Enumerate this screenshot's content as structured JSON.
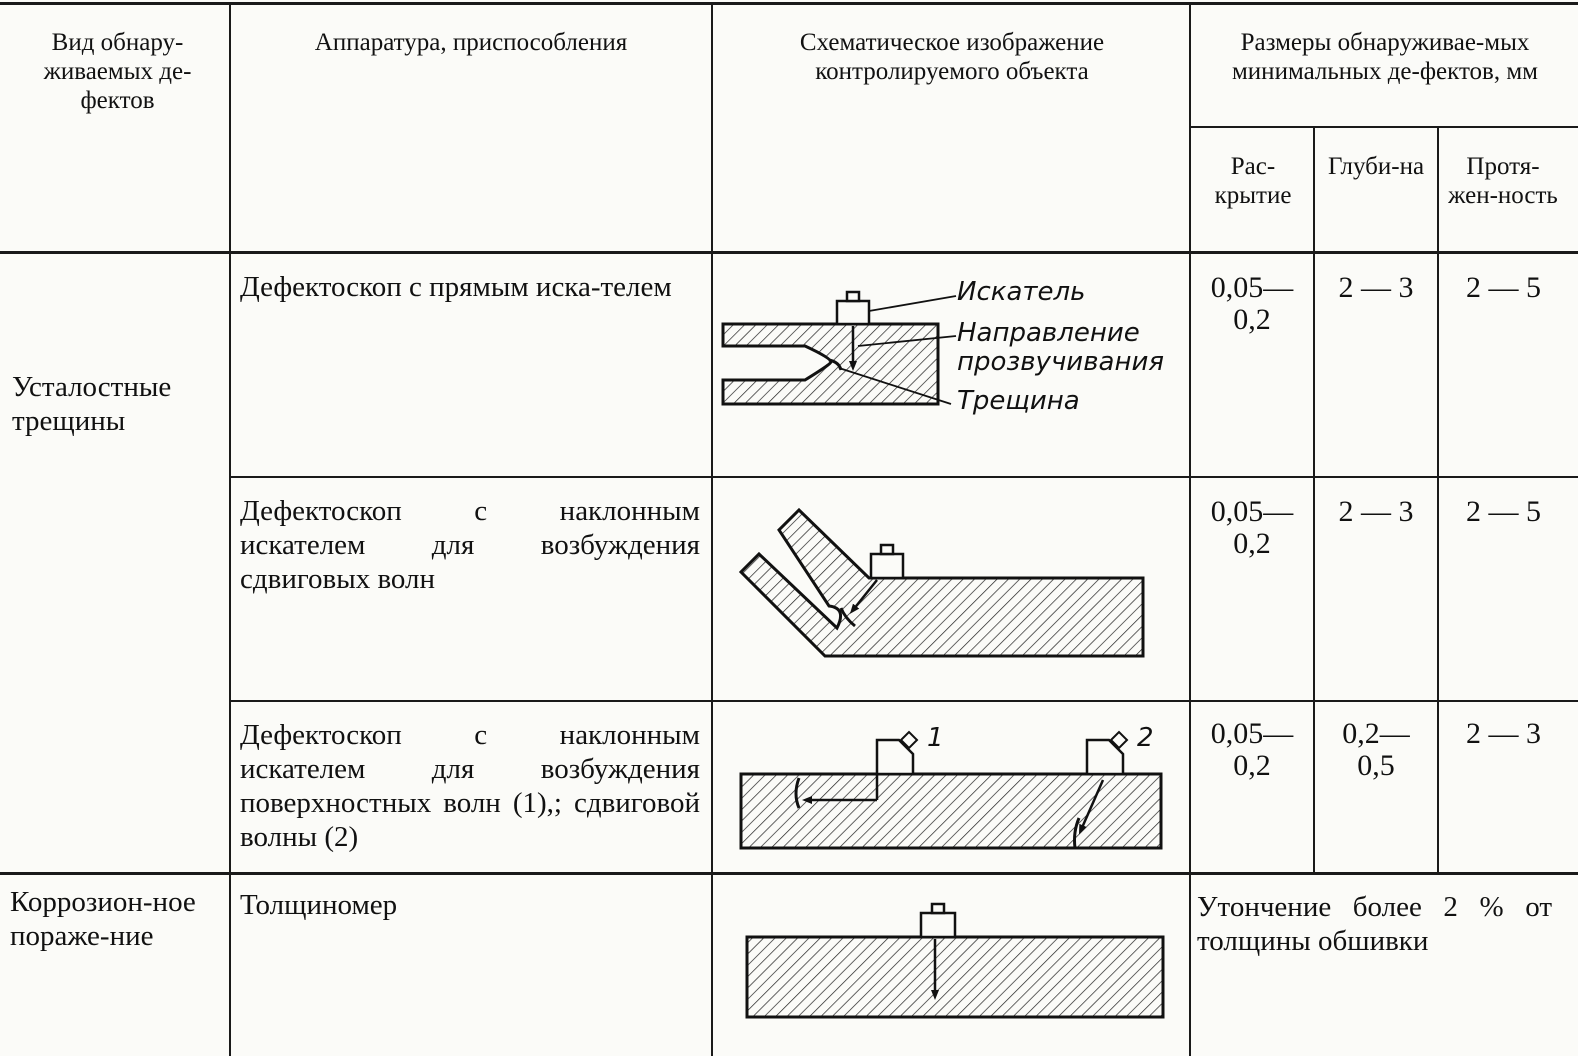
{
  "header": {
    "col1": "Вид обнару-живаемых де-фектов",
    "col2": "Аппаратура, приспособления",
    "col3": "Схематическое изображение контролируемого объекта",
    "col4": "Размеры обнаруживае-мых минимальных де-фектов, мм",
    "sub1": "Рас-крытие",
    "sub2": "Глуби-на",
    "sub3": "Протя-жен-ность"
  },
  "rows": [
    {
      "apparatus": "Дефектоскоп с прямым иска-телем",
      "opening": [
        "0,05—",
        "0,2"
      ],
      "depth": [
        "2 — 3"
      ],
      "length": "2 — 5"
    },
    {
      "apparatus": "Дефектоскоп с наклонным искателем для возбуждения сдвиговых волн",
      "opening": [
        "0,05—",
        "0,2"
      ],
      "depth": [
        "2 — 3"
      ],
      "length": "2 — 5"
    },
    {
      "apparatus": "Дефектоскоп с наклонным искателем для возбуждения поверхностных волн (1),; сдвиговой волны (2)",
      "opening": [
        "0,05—",
        "0,2"
      ],
      "depth": [
        "0,2—",
        "0,5"
      ],
      "length": "2 — 3"
    },
    {
      "apparatus": "Толщиномер"
    }
  ],
  "defects": {
    "fatigue": "Усталостные трещины",
    "corrosion": "Коррозион-ное пораже-ние"
  },
  "corrosion_note": "Утончение более 2 % от толщины обшивки",
  "diagram_labels": {
    "probe": "Искатель",
    "direction1": "Направление",
    "direction2": "прозвучивания",
    "crack": "Трещина",
    "probe1": "1",
    "probe2": "2"
  }
}
